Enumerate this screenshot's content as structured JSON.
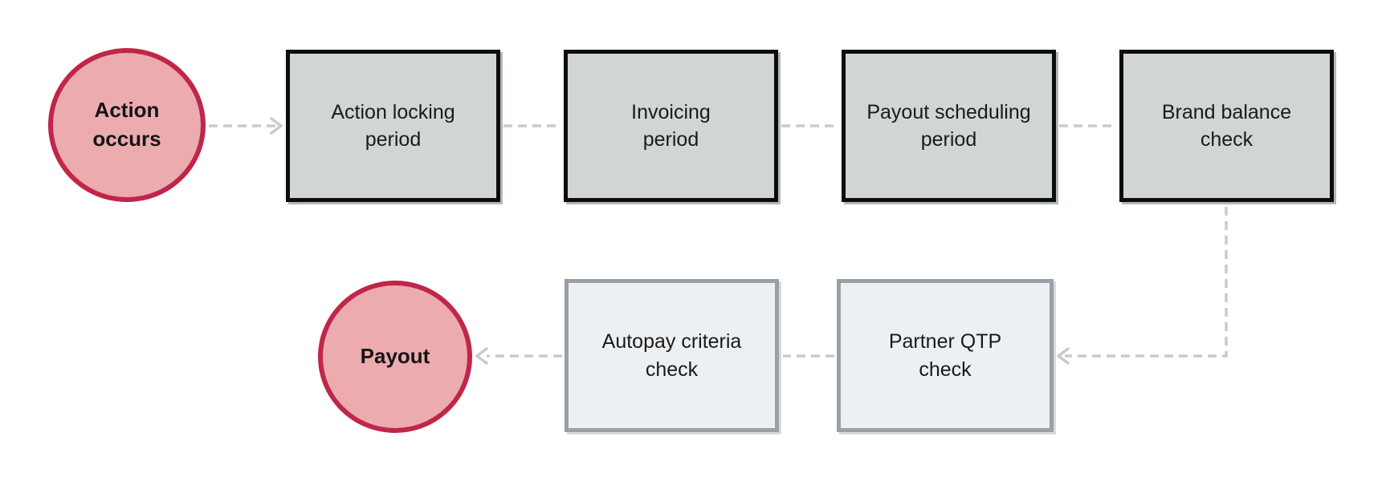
{
  "diagram": {
    "type": "flowchart",
    "colors": {
      "circle_fill": "#ecabaf",
      "circle_border": "#c0254a",
      "primary_box_fill": "#d2d5d6",
      "primary_box_border": "#0d0d0d",
      "secondary_box_fill": "#edf0f3",
      "secondary_box_border": "#99a0a6",
      "connector": "#c8cacc",
      "text": "#1a1a1a"
    },
    "nodes": {
      "action_occurs": {
        "type": "start-circle",
        "label": "Action\noccurs"
      },
      "action_locking": {
        "type": "process-box",
        "label": "Action locking\nperiod"
      },
      "invoicing": {
        "type": "process-box",
        "label": "Invoicing\nperiod"
      },
      "payout_scheduling": {
        "type": "process-box",
        "label": "Payout scheduling\nperiod"
      },
      "brand_balance": {
        "type": "process-box",
        "label": "Brand balance\ncheck"
      },
      "partner_qtp": {
        "type": "check-box",
        "label": "Partner QTP\ncheck"
      },
      "autopay_criteria": {
        "type": "check-box",
        "label": "Autopay criteria\ncheck"
      },
      "payout": {
        "type": "end-circle",
        "label": "Payout"
      }
    },
    "edges": [
      {
        "from": "action_occurs",
        "to": "action_locking",
        "style": "dashed",
        "arrowhead": true
      },
      {
        "from": "action_locking",
        "to": "invoicing",
        "style": "dashed",
        "arrowhead": false
      },
      {
        "from": "invoicing",
        "to": "payout_scheduling",
        "style": "dashed",
        "arrowhead": false
      },
      {
        "from": "payout_scheduling",
        "to": "brand_balance",
        "style": "dashed",
        "arrowhead": false
      },
      {
        "from": "brand_balance",
        "to": "partner_qtp",
        "style": "dashed",
        "arrowhead": true
      },
      {
        "from": "partner_qtp",
        "to": "autopay_criteria",
        "style": "dashed",
        "arrowhead": false
      },
      {
        "from": "autopay_criteria",
        "to": "payout",
        "style": "dashed",
        "arrowhead": true
      }
    ]
  }
}
